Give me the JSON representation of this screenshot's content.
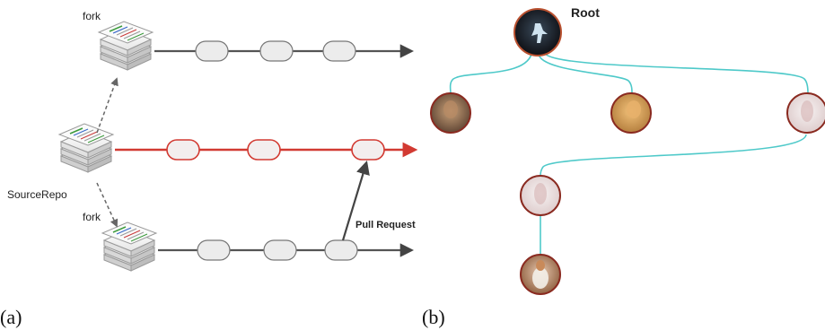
{
  "panel_a": {
    "label": "(a)",
    "fork_top_label": "fork",
    "fork_bottom_label": "fork",
    "source_label": "SourceRepo",
    "pull_request_label": "Pull Request",
    "colors": {
      "main_line": "#d23a32",
      "fork_line": "#555555",
      "commit_fill": "#ececec",
      "arrow_dashed": "#666666"
    }
  },
  "panel_b": {
    "label": "(b)",
    "root_label": "Root",
    "colors": {
      "edge": "#4ec9c9",
      "node_border": "#8a2a20",
      "root_fill": "#0d0d12"
    }
  }
}
